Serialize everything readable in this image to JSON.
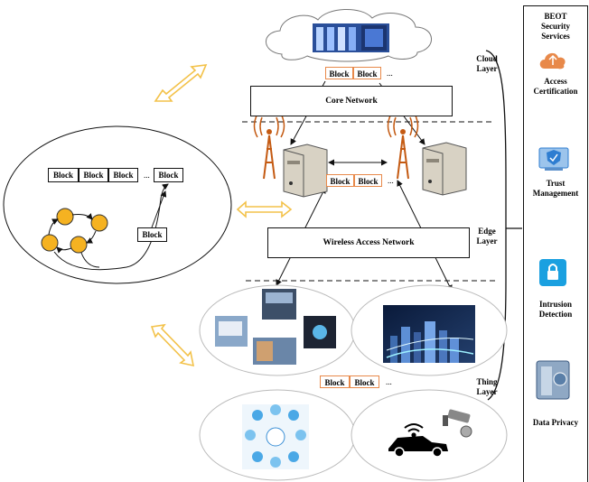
{
  "block_label": "Block",
  "ellipsis": "...",
  "cloud_blocks": [
    "Block",
    "Block"
  ],
  "edge_blocks": [
    "Block",
    "Block"
  ],
  "thing_blocks": [
    "Block",
    "Block"
  ],
  "chain_blocks": [
    "Block",
    "Block",
    "Block"
  ],
  "chain_tail_block": "Block",
  "chain_lower_block": "Block",
  "core_network": "Core Network",
  "wireless_network": "Wireless Access Network",
  "layers": {
    "cloud": [
      "Cloud",
      "Layer"
    ],
    "edge": [
      "Edge",
      "Layer"
    ],
    "thing": [
      "Thing",
      "Layer"
    ]
  },
  "services": {
    "title": [
      "BEOT",
      "Security",
      "Services"
    ],
    "items": [
      {
        "label": [
          "Access",
          "Certification"
        ],
        "icon": "cloud-upload-icon",
        "color": "#e8894a"
      },
      {
        "label": [
          "Trust",
          "Management"
        ],
        "icon": "trust-shield-icon",
        "color": "#2e7dd1"
      },
      {
        "label": [
          "Intrusion",
          "Detection"
        ],
        "icon": "lock-icon",
        "color": "#1aa0e0"
      },
      {
        "label": [
          "Data Privacy"
        ],
        "icon": "vault-icon",
        "color": "#5a7fa8"
      }
    ]
  },
  "colors": {
    "accent_orange": "#e8894a",
    "node_yellow": "#f5b221",
    "arrow_yellow": "#f3c24a"
  }
}
